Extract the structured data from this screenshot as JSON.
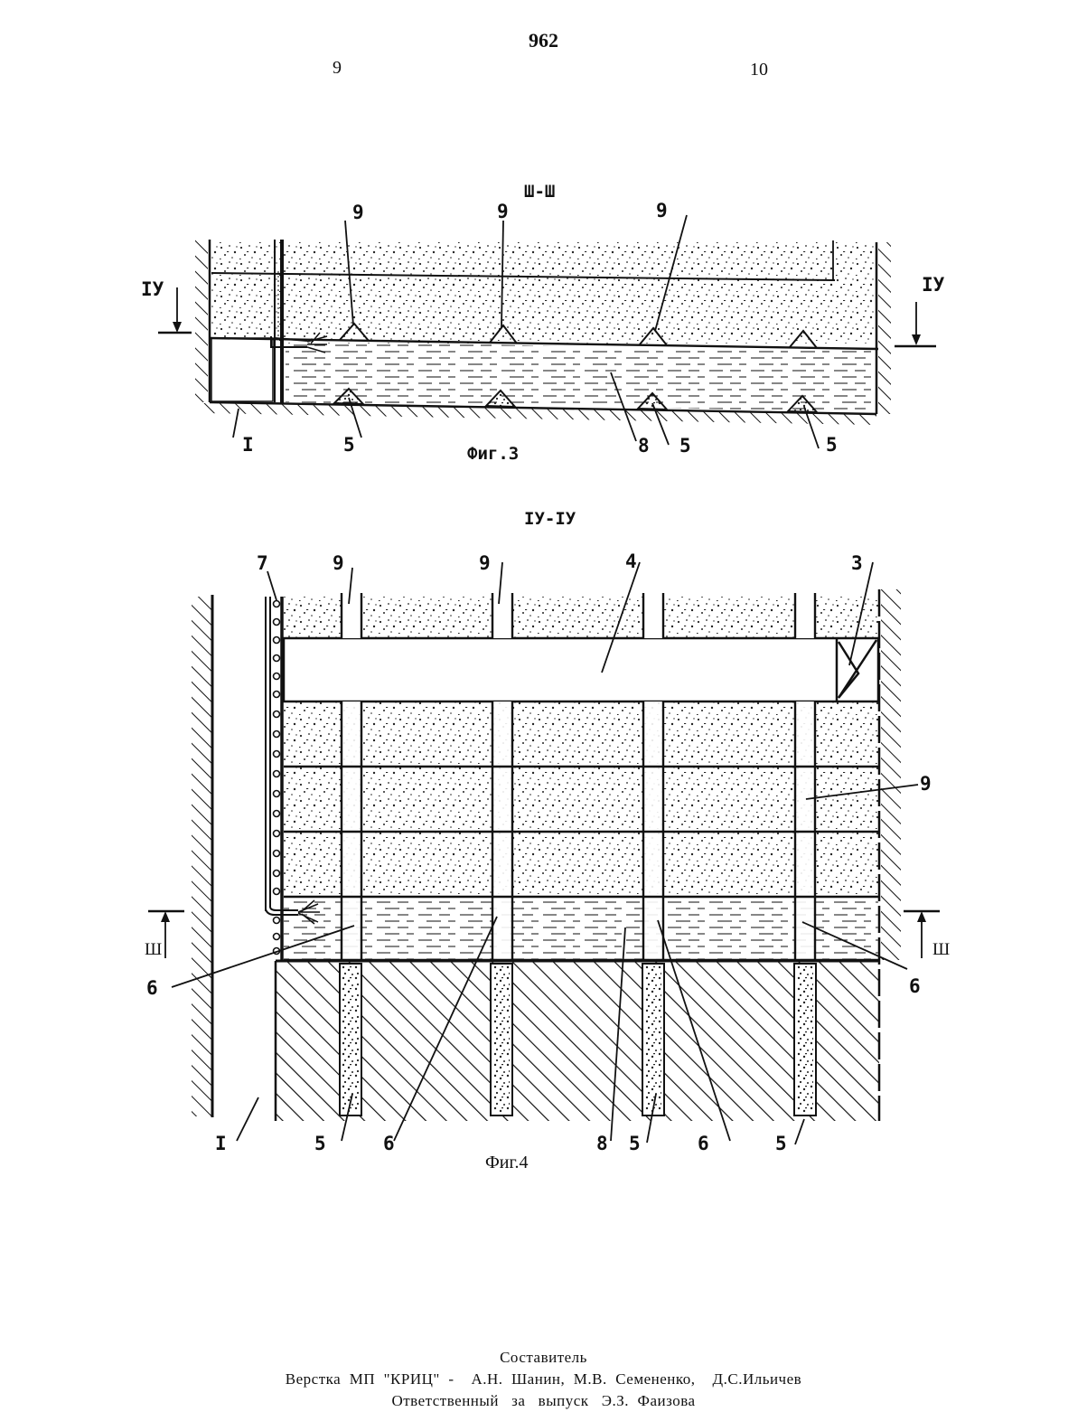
{
  "header": {
    "page_number": "962",
    "column_left": "9",
    "column_right": "10"
  },
  "figure3": {
    "section_label": "Ш-Ш",
    "section_marker_left": "IУ",
    "section_marker_right": "IУ",
    "caption": "Фиг.3",
    "callouts": [
      "9",
      "9",
      "9",
      "I",
      "5",
      "8",
      "5",
      "5"
    ]
  },
  "figure4": {
    "section_label": "IУ-IУ",
    "section_marker_left": "Ш",
    "section_marker_right": "Ш",
    "caption": "Фиг.4",
    "callouts_top": [
      "7",
      "9",
      "9",
      "4",
      "3"
    ],
    "callout_right_mid": "9",
    "callout_left": "6",
    "callout_right": "6",
    "callouts_bottom": [
      "I",
      "5",
      "6",
      "8",
      "5",
      "6",
      "5"
    ]
  },
  "footer": {
    "line1": "Составитель",
    "line2": "Верстка  МП  \"КРИЦ\"  -    А.Н.  Шанин,  М.В.  Семененко,    Д.С.Ильичев",
    "line3": "Ответственный   за   выпуск   Э.З.  Фаизова"
  }
}
